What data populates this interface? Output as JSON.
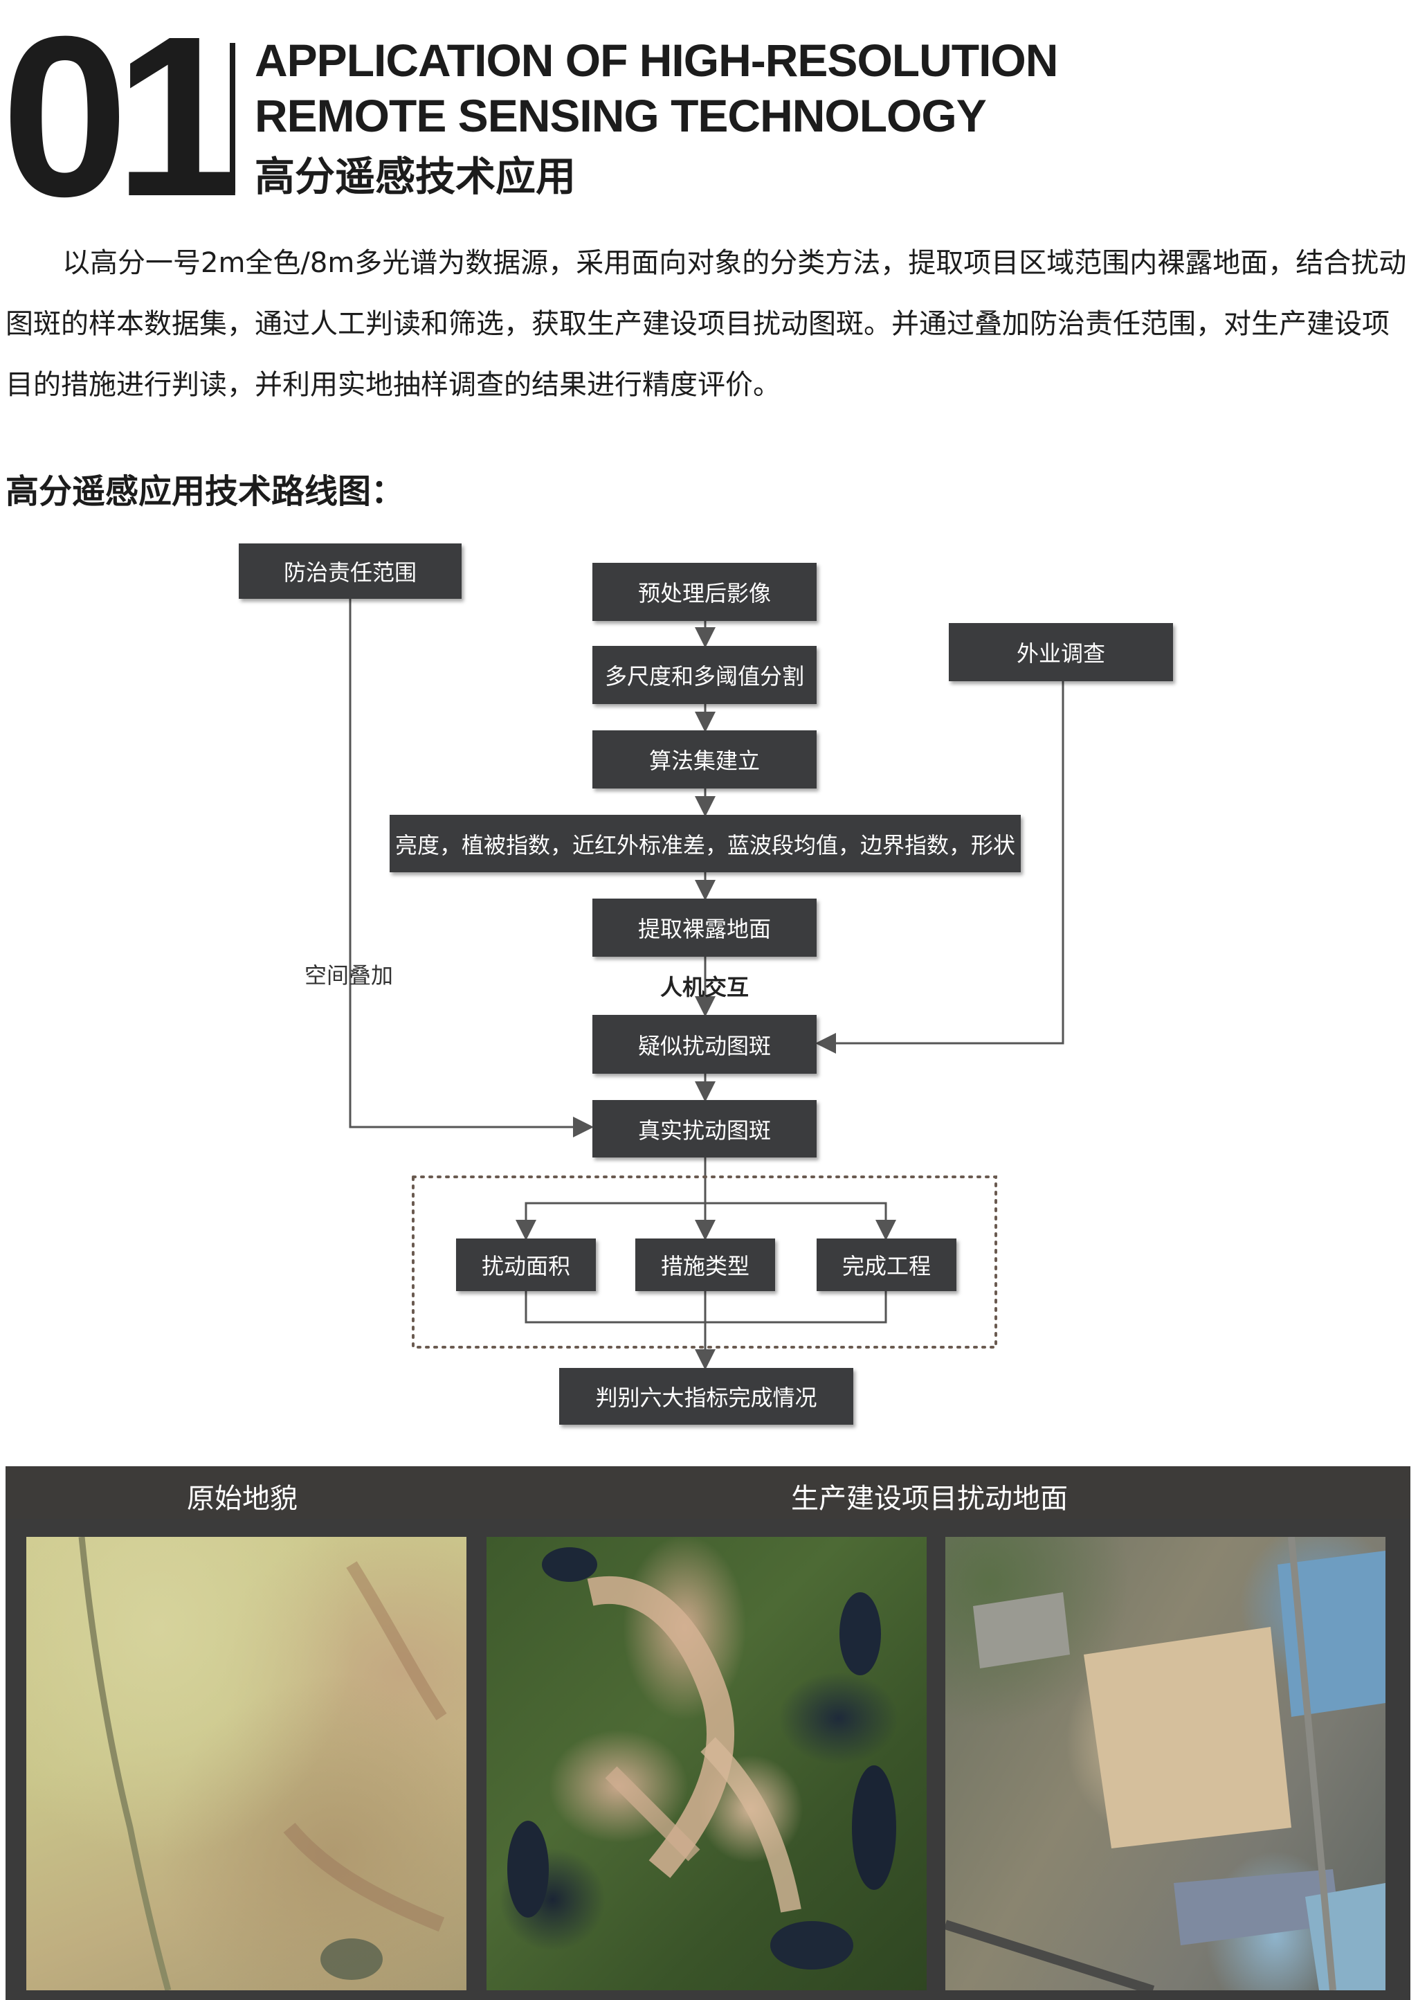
{
  "header": {
    "number": "01",
    "title_en_line1": "APPLICATION OF HIGH-RESOLUTION",
    "title_en_line2": "REMOTE SENSING TECHNOLOGY",
    "title_cn": "高分遥感技术应用"
  },
  "intro": {
    "paragraph": "以高分一号2m全色/8m多光谱为数据源，采用面向对象的分类方法，提取项目区域范围内裸露地面，结合扰动图斑的样本数据集，通过人工判读和筛选，获取生产建设项目扰动图斑。并通过叠加防治责任范围，对生产建设项目的措施进行判读，并利用实地抽样调查的结果进行精度评价。"
  },
  "route_title": "高分遥感应用技术路线图：",
  "flowchart": {
    "box_prevention_scope": "防治责任范围",
    "box_preprocessed_image": "预处理后影像",
    "box_segmentation": "多尺度和多阈值分割",
    "box_algorithm_set": "算法集建立",
    "box_features": "亮度，植被指数，近红外标准差，蓝波段均值，边界指数，形状",
    "box_extract_bare": "提取裸露地面",
    "label_human_computer": "人机交互",
    "box_suspected_patch": "疑似扰动图斑",
    "box_field_survey": "外业调查",
    "label_spatial_overlay": "空间叠加",
    "box_real_patch": "真实扰动图斑",
    "box_disturbed_area": "扰动面积",
    "box_measure_type": "措施类型",
    "box_completed_works": "完成工程",
    "box_judge_indicators": "判别六大指标完成情况"
  },
  "gallery": {
    "label_original": "原始地貌",
    "label_disturbed": "生产建设项目扰动地面"
  },
  "colors": {
    "box_fill": "#3b3c3e",
    "line": "#555555",
    "band": "#3d3b39"
  }
}
